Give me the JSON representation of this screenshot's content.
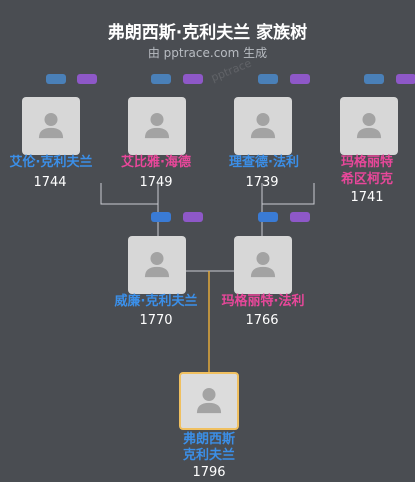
{
  "header": {
    "title": "弗朗西斯·克利夫兰 家族树",
    "subtitle": "由 pptrace.com 生成",
    "watermark": "pptrace"
  },
  "colors": {
    "male": "#3b8fe8",
    "female": "#e8479a",
    "focus_border": "#f0c060",
    "background": "#4a4d52"
  },
  "people": {
    "allen": {
      "name": "艾伦·克利夫兰",
      "year": "1744"
    },
    "abiah": {
      "name": "艾比雅·海德",
      "year": "1749"
    },
    "richard": {
      "name": "理查德·法利",
      "year": "1739"
    },
    "margaret_k_1": "玛格丽特",
    "margaret_k_2": "希区柯克",
    "margaret_k_year": "1741",
    "william": {
      "name": "威廉·克利夫兰",
      "year": "1770"
    },
    "margaret_f": {
      "name": "玛格丽特·法利",
      "year": "1766"
    },
    "francis_1": "弗朗西斯",
    "francis_2": "克利夫兰",
    "francis_year": "1796"
  }
}
